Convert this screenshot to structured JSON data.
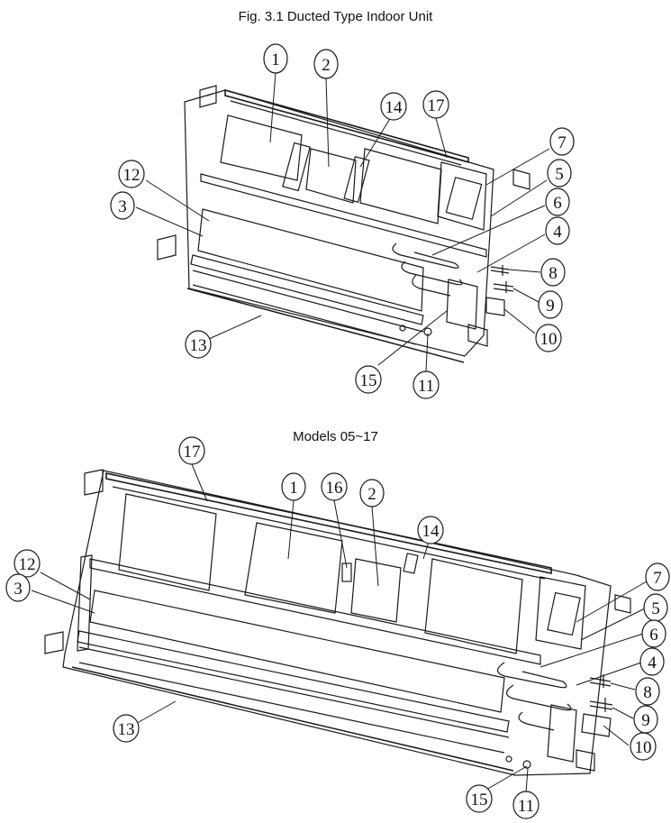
{
  "figure_title": "Fig. 3.1 Ducted Type Indoor Unit",
  "models_label": "Models 05~17",
  "diagram_top": {
    "callouts": [
      "1",
      "2",
      "14",
      "17",
      "7",
      "5",
      "6",
      "4",
      "8",
      "9",
      "10",
      "12",
      "3",
      "13",
      "15",
      "11"
    ]
  },
  "diagram_bottom": {
    "callouts": [
      "17",
      "1",
      "16",
      "2",
      "14",
      "12",
      "3",
      "7",
      "5",
      "6",
      "4",
      "8",
      "9",
      "10",
      "13",
      "15",
      "11"
    ]
  },
  "colors": {
    "line": "#1a1a1a",
    "background": "#ffffff"
  }
}
